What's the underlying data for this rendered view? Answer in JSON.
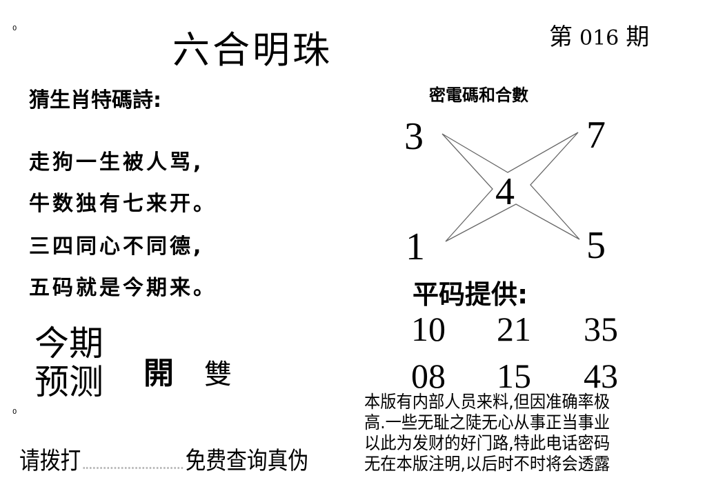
{
  "header": {
    "title": "六合明珠",
    "issue_prefix": "第",
    "issue_number": "016",
    "issue_suffix": "期"
  },
  "poem": {
    "heading": "猜生肖特碼詩:",
    "lines": [
      "走狗一生被人骂,",
      "牛数独有七来开。",
      "三四同心不同德,",
      "五码就是今期来。"
    ]
  },
  "prediction": {
    "line1": "今期",
    "line2": "预测",
    "open_label": "開",
    "zodiac": "雙"
  },
  "code": {
    "heading": "密電碼和合數",
    "top_left": "3",
    "top_right": "7",
    "center": "4",
    "bottom_left": "1",
    "bottom_right": "5"
  },
  "flat_codes": {
    "heading": "平码提供:",
    "numbers": [
      "10",
      "21",
      "35",
      "08",
      "15",
      "43"
    ]
  },
  "notice": [
    "本版有内部人员来料,但因准确率极",
    "高.一些无耻之陡无心从事正当事业",
    "以此为发财的好门路,特此电话密码",
    "无在本版注明,以后时不时将会透露"
  ],
  "call": {
    "prefix": "请拨打",
    "suffix": "免费查询真伪"
  },
  "margin_marks": [
    "0",
    "0"
  ]
}
